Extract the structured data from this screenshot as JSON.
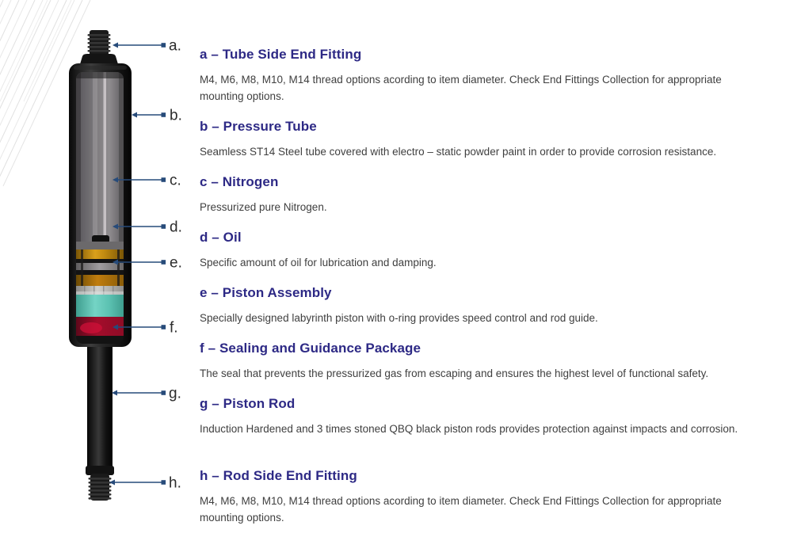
{
  "theme": {
    "heading_color": "#2d2985",
    "body_color": "#3f3f3f",
    "arrow_color": "#274b7a"
  },
  "diagram": {
    "title": "gas-spring-cross-section",
    "callouts": [
      {
        "id": "a",
        "label": "a.",
        "points_to": "tube-side-end-fitting"
      },
      {
        "id": "b",
        "label": "b.",
        "points_to": "pressure-tube"
      },
      {
        "id": "c",
        "label": "c.",
        "points_to": "nitrogen"
      },
      {
        "id": "d",
        "label": "d.",
        "points_to": "oil"
      },
      {
        "id": "e",
        "label": "e.",
        "points_to": "piston-assembly"
      },
      {
        "id": "f",
        "label": "f.",
        "points_to": "sealing-and-guidance-package"
      },
      {
        "id": "g",
        "label": "g.",
        "points_to": "piston-rod"
      },
      {
        "id": "h",
        "label": "h.",
        "points_to": "rod-side-end-fitting"
      }
    ],
    "colors": {
      "tube_black": "#161616",
      "nitrogen_gray": "#807d80",
      "oil_gold": "#c08a10",
      "piston_orange": "#c07d0e",
      "seal_teal": "#5bc1b1",
      "seal_red": "#a30d2b"
    }
  },
  "sections": [
    {
      "id": "a",
      "heading": "a – Tube Side End Fitting",
      "body": "M4, M6, M8, M10, M14 thread options acording to item diameter. Check End Fittings Collection for appropriate mounting options."
    },
    {
      "id": "b",
      "heading": "b – Pressure Tube",
      "body": "Seamless ST14 Steel tube covered with electro – static powder paint in order to provide corrosion resistance."
    },
    {
      "id": "c",
      "heading": "c – Nitrogen",
      "body": "Pressurized pure Nitrogen."
    },
    {
      "id": "d",
      "heading": "d – Oil",
      "body": "Specific amount of oil for lubrication and damping."
    },
    {
      "id": "e",
      "heading": "e – Piston Assembly",
      "body": "Specially designed labyrinth piston with o-ring provides speed control and rod guide."
    },
    {
      "id": "f",
      "heading": "f – Sealing and Guidance Package",
      "body": "The seal that prevents the pressurized gas from escaping and ensures the highest level of functional safety."
    },
    {
      "id": "g",
      "heading": "g – Piston Rod",
      "body": "Induction Hardened and 3 times stoned QBQ black piston rods provides protection against impacts and corrosion."
    },
    {
      "id": "h",
      "heading": "h – Rod Side End Fitting",
      "body": "M4, M6, M8, M10, M14 thread options acording to item diameter. Check End Fittings Collection for appropriate mounting options."
    }
  ]
}
